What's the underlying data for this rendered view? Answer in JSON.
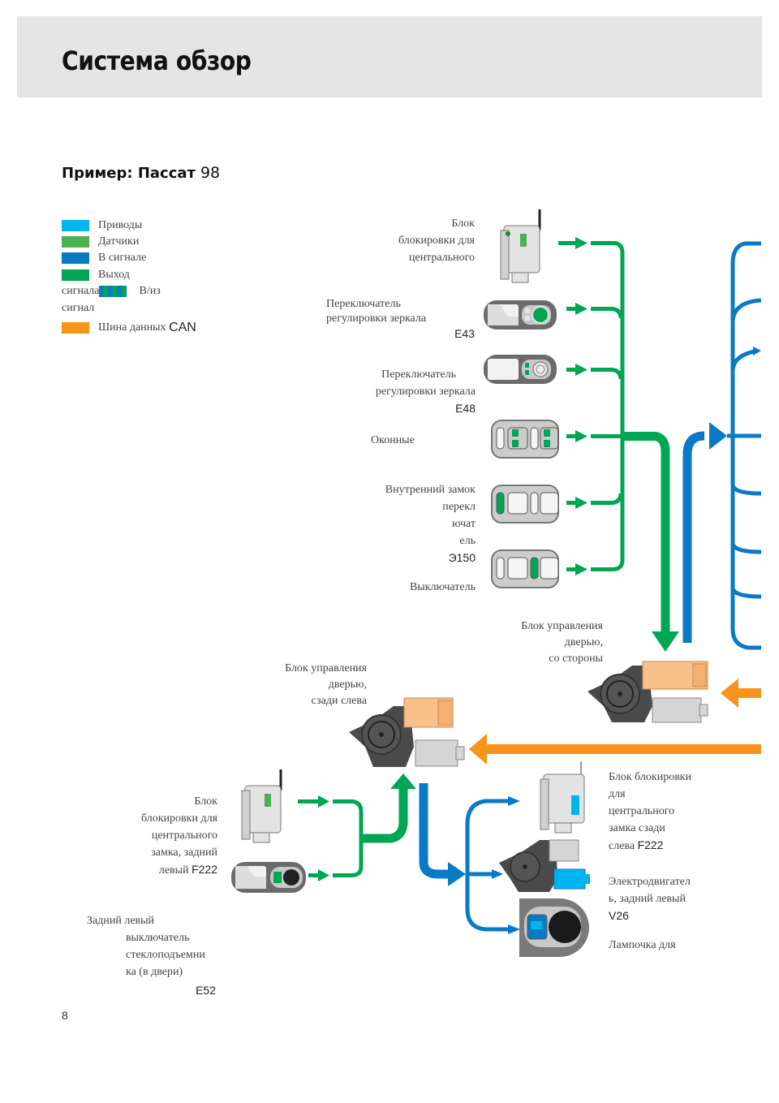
{
  "header": {
    "title": "Система обзор"
  },
  "subtitle": {
    "text": "Пример: Пассат",
    "model_number": "98"
  },
  "legend": {
    "items": [
      {
        "label": "Приводы",
        "color": "#00b4ef"
      },
      {
        "label": "Датчики",
        "color": "#4caf50"
      },
      {
        "label": "В сигнале",
        "color": "#0a79c6"
      },
      {
        "label": "Выход",
        "color": "#00a651"
      }
    ],
    "inout_label_prefix": "сигнала",
    "inout_label_suffix": "В/из",
    "inout_label_line2": "сигнал",
    "can_label": "Шина данных",
    "can_label_code": "CAN",
    "can_color": "#f7941d"
  },
  "colors": {
    "green": "#00a651",
    "blue": "#0a79c6",
    "orange": "#f7941d",
    "actuator": "#00b4ef",
    "header_bg": "#e5e5e5"
  },
  "components": {
    "central_lock_front": {
      "lines": [
        "Блок",
        "блокировки для",
        "центрального"
      ]
    },
    "mirror_switch_e43": {
      "lines": [
        "Переключатель",
        "регулировки зеркала"
      ],
      "code": "E43"
    },
    "mirror_switch_e48": {
      "lines": [
        "Переключатель",
        "регулировки зеркала"
      ],
      "code": "E48"
    },
    "window_switch": {
      "lines": [
        "Оконные"
      ]
    },
    "inner_lock_switch": {
      "lines": [
        "Внутренний замок",
        "перекл",
        "ючат",
        "ель"
      ],
      "code": "Э150"
    },
    "switch_off": {
      "lines": [
        "Выключатель"
      ]
    },
    "door_ctrl_front": {
      "lines": [
        "Блок управления",
        "дверью,",
        "со стороны"
      ]
    },
    "door_ctrl_rear_left": {
      "lines": [
        "Блок управления",
        "дверью,",
        "сзади слева"
      ]
    },
    "central_lock_rear_left": {
      "lines": [
        "Блок",
        "блокировки для",
        "центрального",
        "замка,  задний"
      ],
      "last_line": "левый",
      "code": "F222"
    },
    "rear_window_switch": {
      "lines": [
        "Задний левый",
        "выключатель",
        "стеклоподъемни",
        "ка  (в  двери)"
      ],
      "code": "E52"
    },
    "central_lock_actuator_rl": {
      "lines": [
        "Блок блокировки",
        "для",
        "центрального",
        "замка  сзади"
      ],
      "last_line": "слева",
      "code": "F222"
    },
    "motor_rl": {
      "lines": [
        "Электродвигател",
        "ь, задний левый"
      ],
      "code": "V26"
    },
    "lamp": {
      "lines": [
        "Лампочка для"
      ]
    }
  },
  "page_number": "8"
}
